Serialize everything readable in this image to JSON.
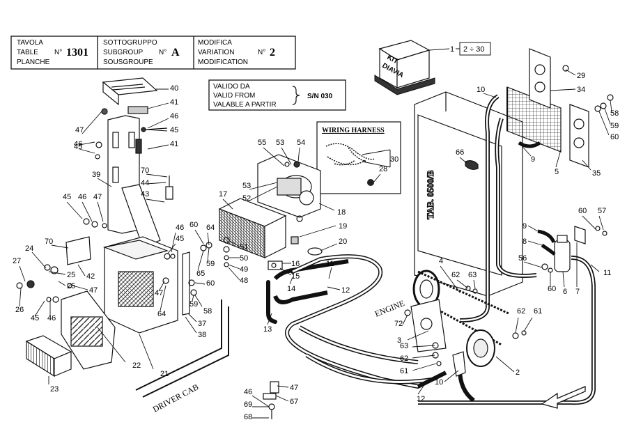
{
  "title_block": {
    "col1": [
      "TAVOLA",
      "TABLE",
      "PLANCHE"
    ],
    "no_label_1": "N°",
    "table_number": "1301",
    "col2": [
      "SOTTOGRUPPO",
      "SUBGROUP",
      "SOUSGROUPE"
    ],
    "no_label_2": "N°",
    "subgroup_letter": "A",
    "col3": [
      "MODIFICA",
      "VARIATION",
      "MODIFICATION"
    ],
    "no_label_3": "N°",
    "variation_number": "2"
  },
  "validity": {
    "lines": [
      "VALIDO DA",
      "VALID FROM",
      "VALABLE A PARTIR"
    ],
    "serial": "S/N 030"
  },
  "kit": {
    "line1": "KIT",
    "line2": "DIAVIA",
    "range": "2 ÷ 30"
  },
  "labels": {
    "wiring_harness": "WIRING HARNESS",
    "engine": "ENGINE",
    "driver_cab": "DRIVER CAB",
    "tab_ref": "TAB. 0500/B"
  },
  "callouts": [
    {
      "id": "c1",
      "text": "1"
    },
    {
      "id": "c2",
      "text": "2"
    },
    {
      "id": "c3",
      "text": "3"
    },
    {
      "id": "c4",
      "text": "4"
    },
    {
      "id": "c5",
      "text": "5"
    },
    {
      "id": "c6",
      "text": "6"
    },
    {
      "id": "c7",
      "text": "7"
    },
    {
      "id": "c8",
      "text": "8"
    },
    {
      "id": "c9a",
      "text": "9"
    },
    {
      "id": "c9b",
      "text": "9"
    },
    {
      "id": "c10a",
      "text": "10"
    },
    {
      "id": "c10b",
      "text": "10"
    },
    {
      "id": "c11a",
      "text": "11"
    },
    {
      "id": "c11b",
      "text": "11"
    },
    {
      "id": "c12a",
      "text": "12"
    },
    {
      "id": "c12b",
      "text": "12"
    },
    {
      "id": "c13",
      "text": "13"
    },
    {
      "id": "c14",
      "text": "14"
    },
    {
      "id": "c15",
      "text": "15"
    },
    {
      "id": "c16",
      "text": "16"
    },
    {
      "id": "c17",
      "text": "17"
    },
    {
      "id": "c18",
      "text": "18"
    },
    {
      "id": "c19",
      "text": "19"
    },
    {
      "id": "c20",
      "text": "20"
    },
    {
      "id": "c21",
      "text": "21"
    },
    {
      "id": "c22",
      "text": "22"
    },
    {
      "id": "c23",
      "text": "23"
    },
    {
      "id": "c24",
      "text": "24"
    },
    {
      "id": "c25a",
      "text": "25"
    },
    {
      "id": "c25b",
      "text": "25"
    },
    {
      "id": "c26",
      "text": "26"
    },
    {
      "id": "c27",
      "text": "27"
    },
    {
      "id": "c28",
      "text": "28"
    },
    {
      "id": "c29",
      "text": "29"
    },
    {
      "id": "c30",
      "text": "30"
    },
    {
      "id": "c34",
      "text": "34"
    },
    {
      "id": "c35",
      "text": "35"
    },
    {
      "id": "c37",
      "text": "37"
    },
    {
      "id": "c38",
      "text": "38"
    },
    {
      "id": "c39",
      "text": "39"
    },
    {
      "id": "c40",
      "text": "40"
    },
    {
      "id": "c41a",
      "text": "41"
    },
    {
      "id": "c41b",
      "text": "41"
    },
    {
      "id": "c42",
      "text": "42"
    },
    {
      "id": "c43",
      "text": "43"
    },
    {
      "id": "c44",
      "text": "44"
    },
    {
      "id": "c45a",
      "text": "45"
    },
    {
      "id": "c45b",
      "text": "45"
    },
    {
      "id": "c45c",
      "text": "45"
    },
    {
      "id": "c45d",
      "text": "45"
    },
    {
      "id": "c45e",
      "text": "45"
    },
    {
      "id": "c46a",
      "text": "46"
    },
    {
      "id": "c46b",
      "text": "46"
    },
    {
      "id": "c46c",
      "text": "46"
    },
    {
      "id": "c46d",
      "text": "46"
    },
    {
      "id": "c46e",
      "text": "46"
    },
    {
      "id": "c46f",
      "text": "46"
    },
    {
      "id": "c47a",
      "text": "47"
    },
    {
      "id": "c47b",
      "text": "47"
    },
    {
      "id": "c47c",
      "text": "47"
    },
    {
      "id": "c47d",
      "text": "47"
    },
    {
      "id": "c47e",
      "text": "47"
    },
    {
      "id": "c48",
      "text": "48"
    },
    {
      "id": "c49",
      "text": "49"
    },
    {
      "id": "c50",
      "text": "50"
    },
    {
      "id": "c51",
      "text": "51"
    },
    {
      "id": "c52",
      "text": "52"
    },
    {
      "id": "c53a",
      "text": "53"
    },
    {
      "id": "c53b",
      "text": "53"
    },
    {
      "id": "c54",
      "text": "54"
    },
    {
      "id": "c55",
      "text": "55"
    },
    {
      "id": "c56",
      "text": "56"
    },
    {
      "id": "c57",
      "text": "57"
    },
    {
      "id": "c58a",
      "text": "58"
    },
    {
      "id": "c58b",
      "text": "58"
    },
    {
      "id": "c59a",
      "text": "59"
    },
    {
      "id": "c59b",
      "text": "59"
    },
    {
      "id": "c59c",
      "text": "59"
    },
    {
      "id": "c60a",
      "text": "60"
    },
    {
      "id": "c60b",
      "text": "60"
    },
    {
      "id": "c60c",
      "text": "60"
    },
    {
      "id": "c60d",
      "text": "60"
    },
    {
      "id": "c60e",
      "text": "60"
    },
    {
      "id": "c61a",
      "text": "61"
    },
    {
      "id": "c61b",
      "text": "61"
    },
    {
      "id": "c62a",
      "text": "62"
    },
    {
      "id": "c62b",
      "text": "62"
    },
    {
      "id": "c62c",
      "text": "62"
    },
    {
      "id": "c63a",
      "text": "63"
    },
    {
      "id": "c63b",
      "text": "63"
    },
    {
      "id": "c64a",
      "text": "64"
    },
    {
      "id": "c64b",
      "text": "64"
    },
    {
      "id": "c65",
      "text": "65"
    },
    {
      "id": "c66",
      "text": "66"
    },
    {
      "id": "c67",
      "text": "67"
    },
    {
      "id": "c68",
      "text": "68"
    },
    {
      "id": "c69",
      "text": "69"
    },
    {
      "id": "c70a",
      "text": "70"
    },
    {
      "id": "c70b",
      "text": "70"
    },
    {
      "id": "c72",
      "text": "72"
    }
  ]
}
